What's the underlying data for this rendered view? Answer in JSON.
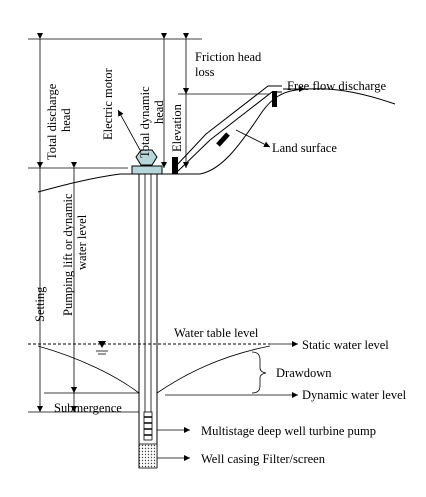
{
  "labels": {
    "total_discharge_head": [
      "Total discharge",
      "head"
    ],
    "electric_motor": "Electric motor",
    "total_dynamic_head": [
      "Total dynamic",
      "head"
    ],
    "friction_head_loss": [
      "Friction head",
      "loss"
    ],
    "elevation": "Elevation",
    "free_flow_discharge": "Free flow discharge",
    "land_surface": "Land surface",
    "setting": "Setting",
    "pumping_lift": [
      "Pumping lift or dynamic",
      "water level"
    ],
    "water_table_level": "Water table level",
    "static_water_level": "Static water level",
    "drawdown": "Drawdown",
    "dynamic_water_level": "Dynamic water level",
    "submergence": "Submergence",
    "multistage_pump": "Multistage deep well turbine pump",
    "well_casing": "Well casing Filter/screen"
  }
}
